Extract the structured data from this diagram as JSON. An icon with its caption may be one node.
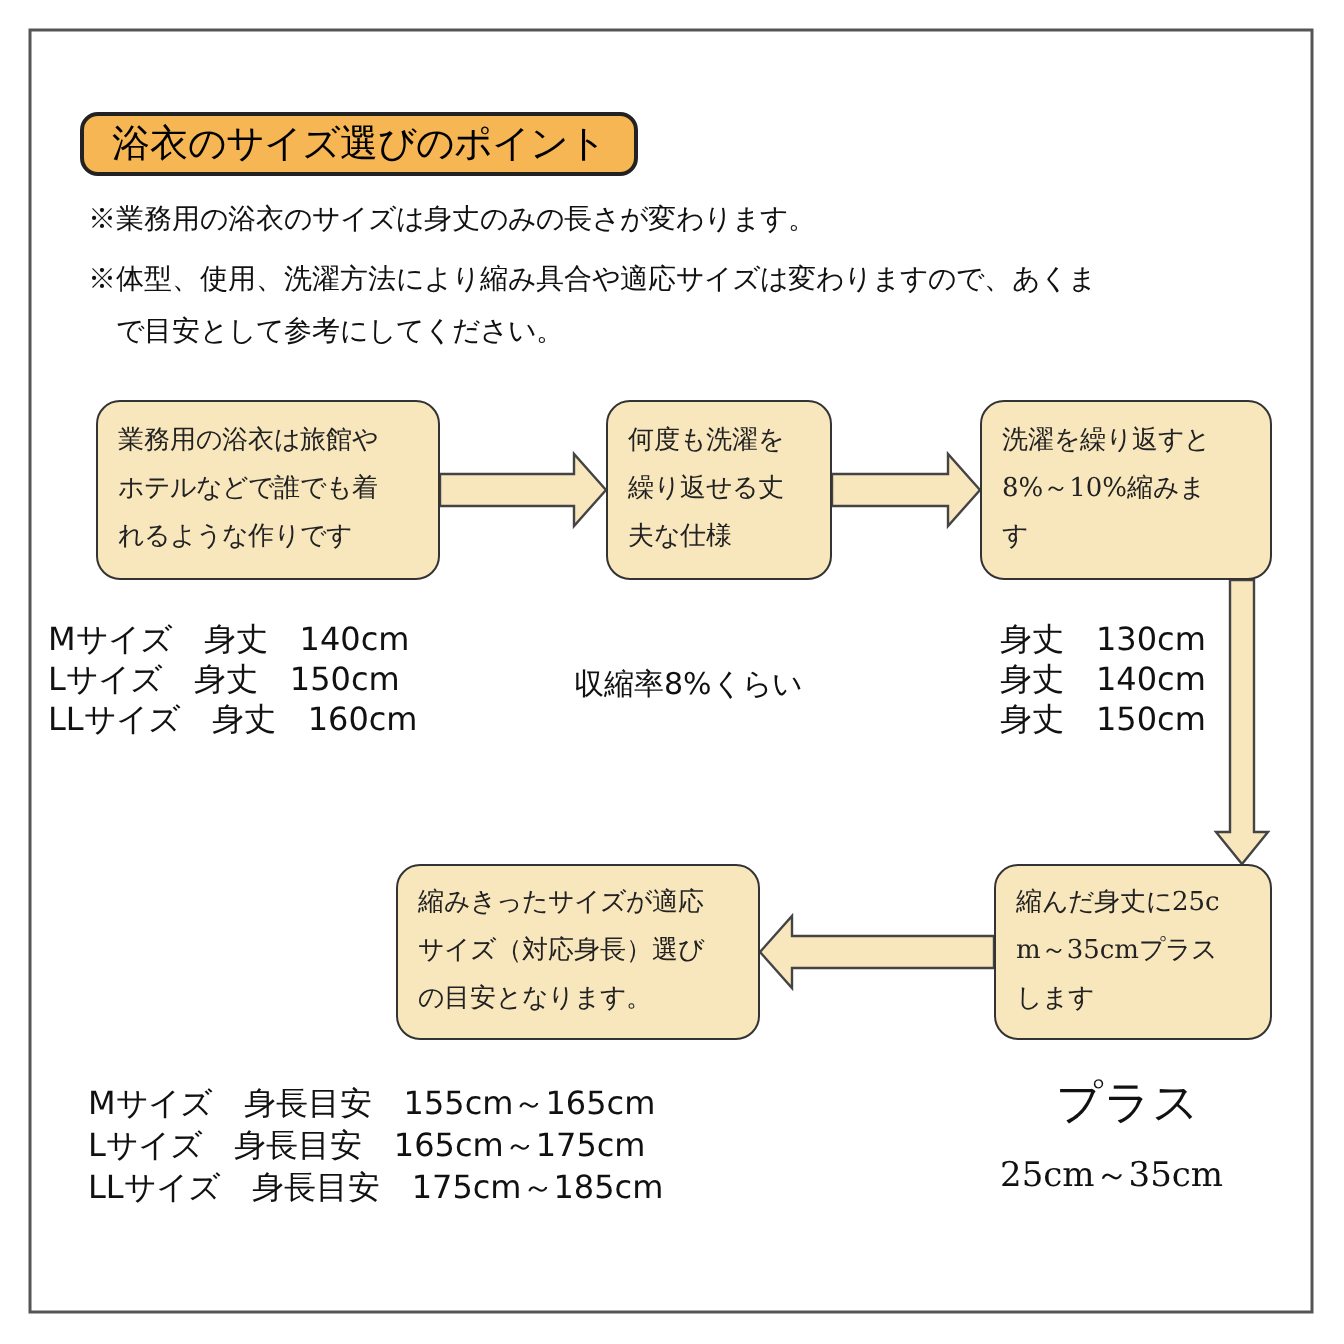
{
  "diagram": {
    "title": "浴衣のサイズ選びのポイント",
    "nodes": [
      {
        "text": [
          "業務用の浴衣は旅館やホテルなどで誰でも着れるような作りです"
        ]
      },
      {
        "text": [
          "何度も洗濯を繰り返せる丈夫な仕様"
        ]
      },
      {
        "text": [
          "洗濯を繰り返すと8%～10%縮みます"
        ]
      },
      {
        "text": [
          "縮んだ身丈に25cm～35cmプラスします"
        ],
        "beside": [
          "プラス",
          "25cm～35cm"
        ]
      },
      {
        "text": [
          "縮みきったサイズが適応サイズ（対応身長）選びの目安となります。"
        ]
      }
    ],
    "edges": [
      {
        "from": 0,
        "to": 1,
        "arrow": "to"
      },
      {
        "from": 1,
        "to": 2,
        "arrow": "to"
      },
      {
        "from": 2,
        "to": 3,
        "arrow": "to"
      },
      {
        "from": 3,
        "to": 4,
        "arrow": "to"
      }
    ],
    "labels": [
      "※業務用の浴衣のサイズは身丈のみの長さが変わります。",
      "※体型、使用、洗濯方法により縮み具合や適応サイズは変わりますので、あくまで目安として参考にしてください。",
      "Mサイズ　身丈　140cm",
      "Lサイズ　身丈　150cm",
      "LLサイズ　身丈　160cm",
      "収縮率8%くらい",
      "身丈　130cm",
      "身丈　140cm",
      "身丈　150cm",
      "Mサイズ　身長目安　155cm～165cm",
      "Lサイズ　身長目安　165cm～175cm",
      "LLサイズ　身長目安　175cm～185cm"
    ]
  }
}
